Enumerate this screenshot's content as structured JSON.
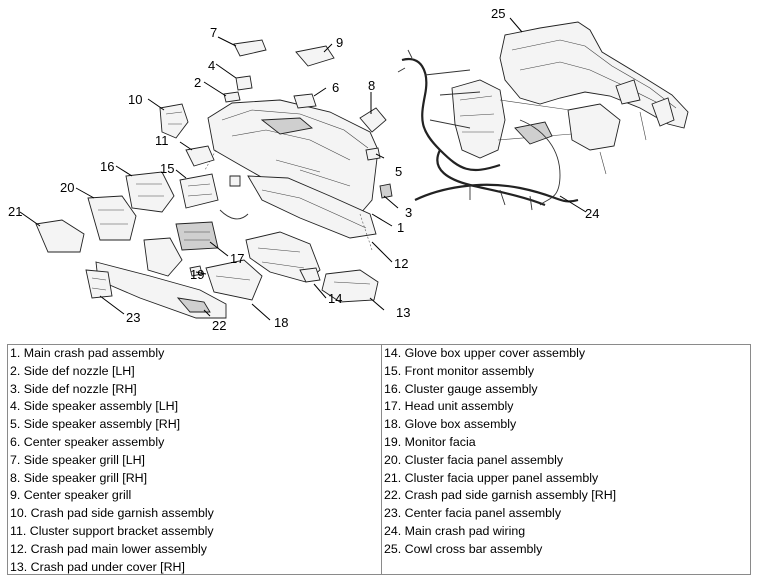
{
  "callouts": [
    "1",
    "2",
    "3",
    "4",
    "5",
    "6",
    "7",
    "8",
    "9",
    "10",
    "11",
    "12",
    "13",
    "14",
    "15",
    "16",
    "17",
    "18",
    "19",
    "20",
    "21",
    "22",
    "23",
    "24",
    "25"
  ],
  "legend": {
    "left": [
      "1. Main crash pad assembly",
      "2. Side def nozzle [LH]",
      "3. Side def nozzle [RH]",
      "4. Side speaker assembly [LH]",
      "5. Side speaker assembly [RH]",
      "6. Center speaker assembly",
      "7. Side speaker grill [LH]",
      "8. Side speaker grill [RH]",
      "9. Center speaker grill",
      "10. Crash pad side garnish assembly",
      "11. Cluster support bracket assembly",
      "12. Crash pad main lower assembly",
      "13. Crash pad under cover [RH]"
    ],
    "right": [
      "14. Glove box upper cover assembly",
      "15. Front monitor assembly",
      "16. Cluster gauge assembly",
      "17. Head unit assembly",
      "18. Glove box assembly",
      "19. Monitor facia",
      "20. Cluster facia panel assembly",
      "21. Cluster facia upper panel assembly",
      "22. Crash pad side garnish assembly [RH]",
      "23. Center facia panel assembly",
      "24. Main crash pad wiring",
      "25. Cowl cross bar assembly"
    ]
  }
}
